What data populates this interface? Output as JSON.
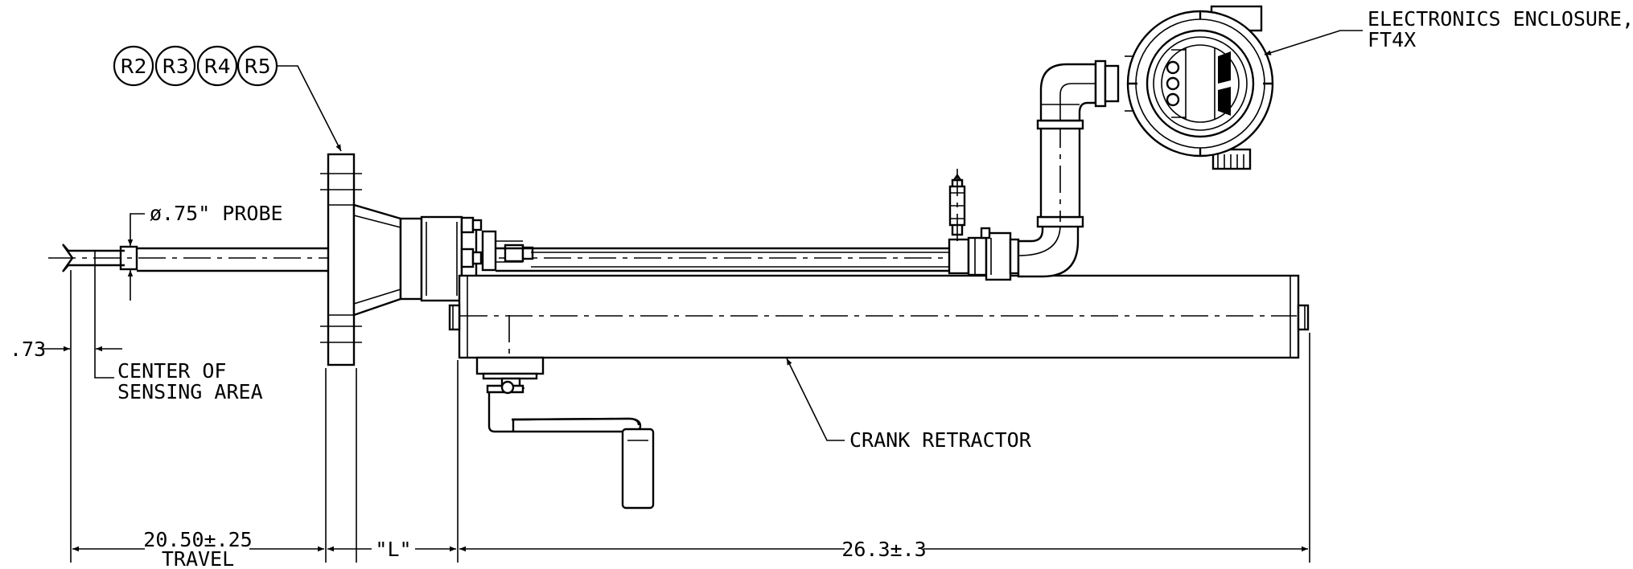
{
  "revision_bubbles": [
    "R2",
    "R3",
    "R4",
    "R5"
  ],
  "callouts": {
    "enclosure_line1": "ELECTRONICS ENCLOSURE,",
    "enclosure_line2": "FT4X",
    "probe": "ø.75\" PROBE",
    "sensing_line1": "CENTER OF",
    "sensing_line2": "SENSING AREA",
    "retractor": "CRANK RETRACTOR"
  },
  "dimensions": {
    "sensing_offset": ".73",
    "travel_value": "20.50±.25",
    "travel_label": "TRAVEL",
    "insertion": "\"L\"",
    "retractor_length": "26.3±.3"
  }
}
